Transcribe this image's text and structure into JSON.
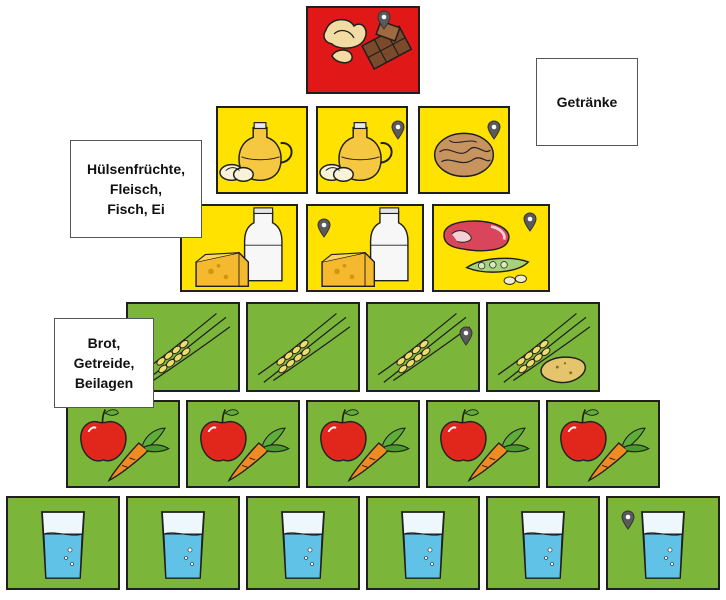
{
  "labels": {
    "drinks": "Getränke",
    "legumes": "Hülsenfrüchte,\nFleisch,\nFisch, Ei",
    "grains": "Brot,\nGetreide,\nBeilagen"
  },
  "pyramid": {
    "levels": [
      {
        "food_group": "sweets-snacks",
        "color": "#e01818",
        "tiles": 1
      },
      {
        "food_group": "fats-oils-nuts",
        "color": "#ffe200",
        "tiles": 3
      },
      {
        "food_group": "dairy-meat-legumes",
        "color": "#ffe200",
        "tiles": 3
      },
      {
        "food_group": "grains-potatoes",
        "color": "#7bb63a",
        "tiles": 4
      },
      {
        "food_group": "fruit-vegetables",
        "color": "#7bb63a",
        "tiles": 5
      },
      {
        "food_group": "drinks",
        "color": "#7bb63a",
        "tiles": 6
      }
    ]
  },
  "icons": [
    "chips-chocolate-icon",
    "oil-butter-icon",
    "nut-icon",
    "milk-cheese-icon",
    "meat-beans-icon",
    "wheat-icon",
    "wheat-potato-icon",
    "apple-carrot-icon",
    "water-glass-icon",
    "location-pin-icon"
  ]
}
